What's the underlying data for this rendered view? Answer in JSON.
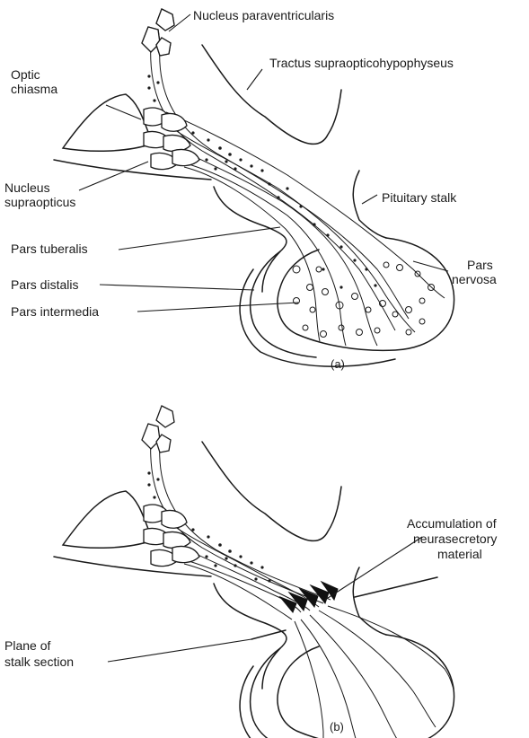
{
  "panel_a": {
    "labels": {
      "nucleus_paraventricularis": "Nucleus paraventricularis",
      "tractus": "Tractus supraopticohypophyseus",
      "optic_chiasma_1": "Optic",
      "optic_chiasma_2": "chiasma",
      "nucleus_supraopticus_1": "Nucleus",
      "nucleus_supraopticus_2": "supraopticus",
      "pituitary_stalk": "Pituitary stalk",
      "pars_tuberalis": "Pars tuberalis",
      "pars_nervosa_1": "Pars",
      "pars_nervosa_2": "nervosa",
      "pars_distalis": "Pars distalis",
      "pars_intermedia": "Pars intermedia"
    },
    "caption": "(a)"
  },
  "panel_b": {
    "labels": {
      "accumulation_1": "Accumulation of",
      "accumulation_2": "neurasecretory",
      "accumulation_3": "material",
      "plane_1": "Plane of",
      "plane_2": "stalk section"
    },
    "caption": "(b)"
  }
}
